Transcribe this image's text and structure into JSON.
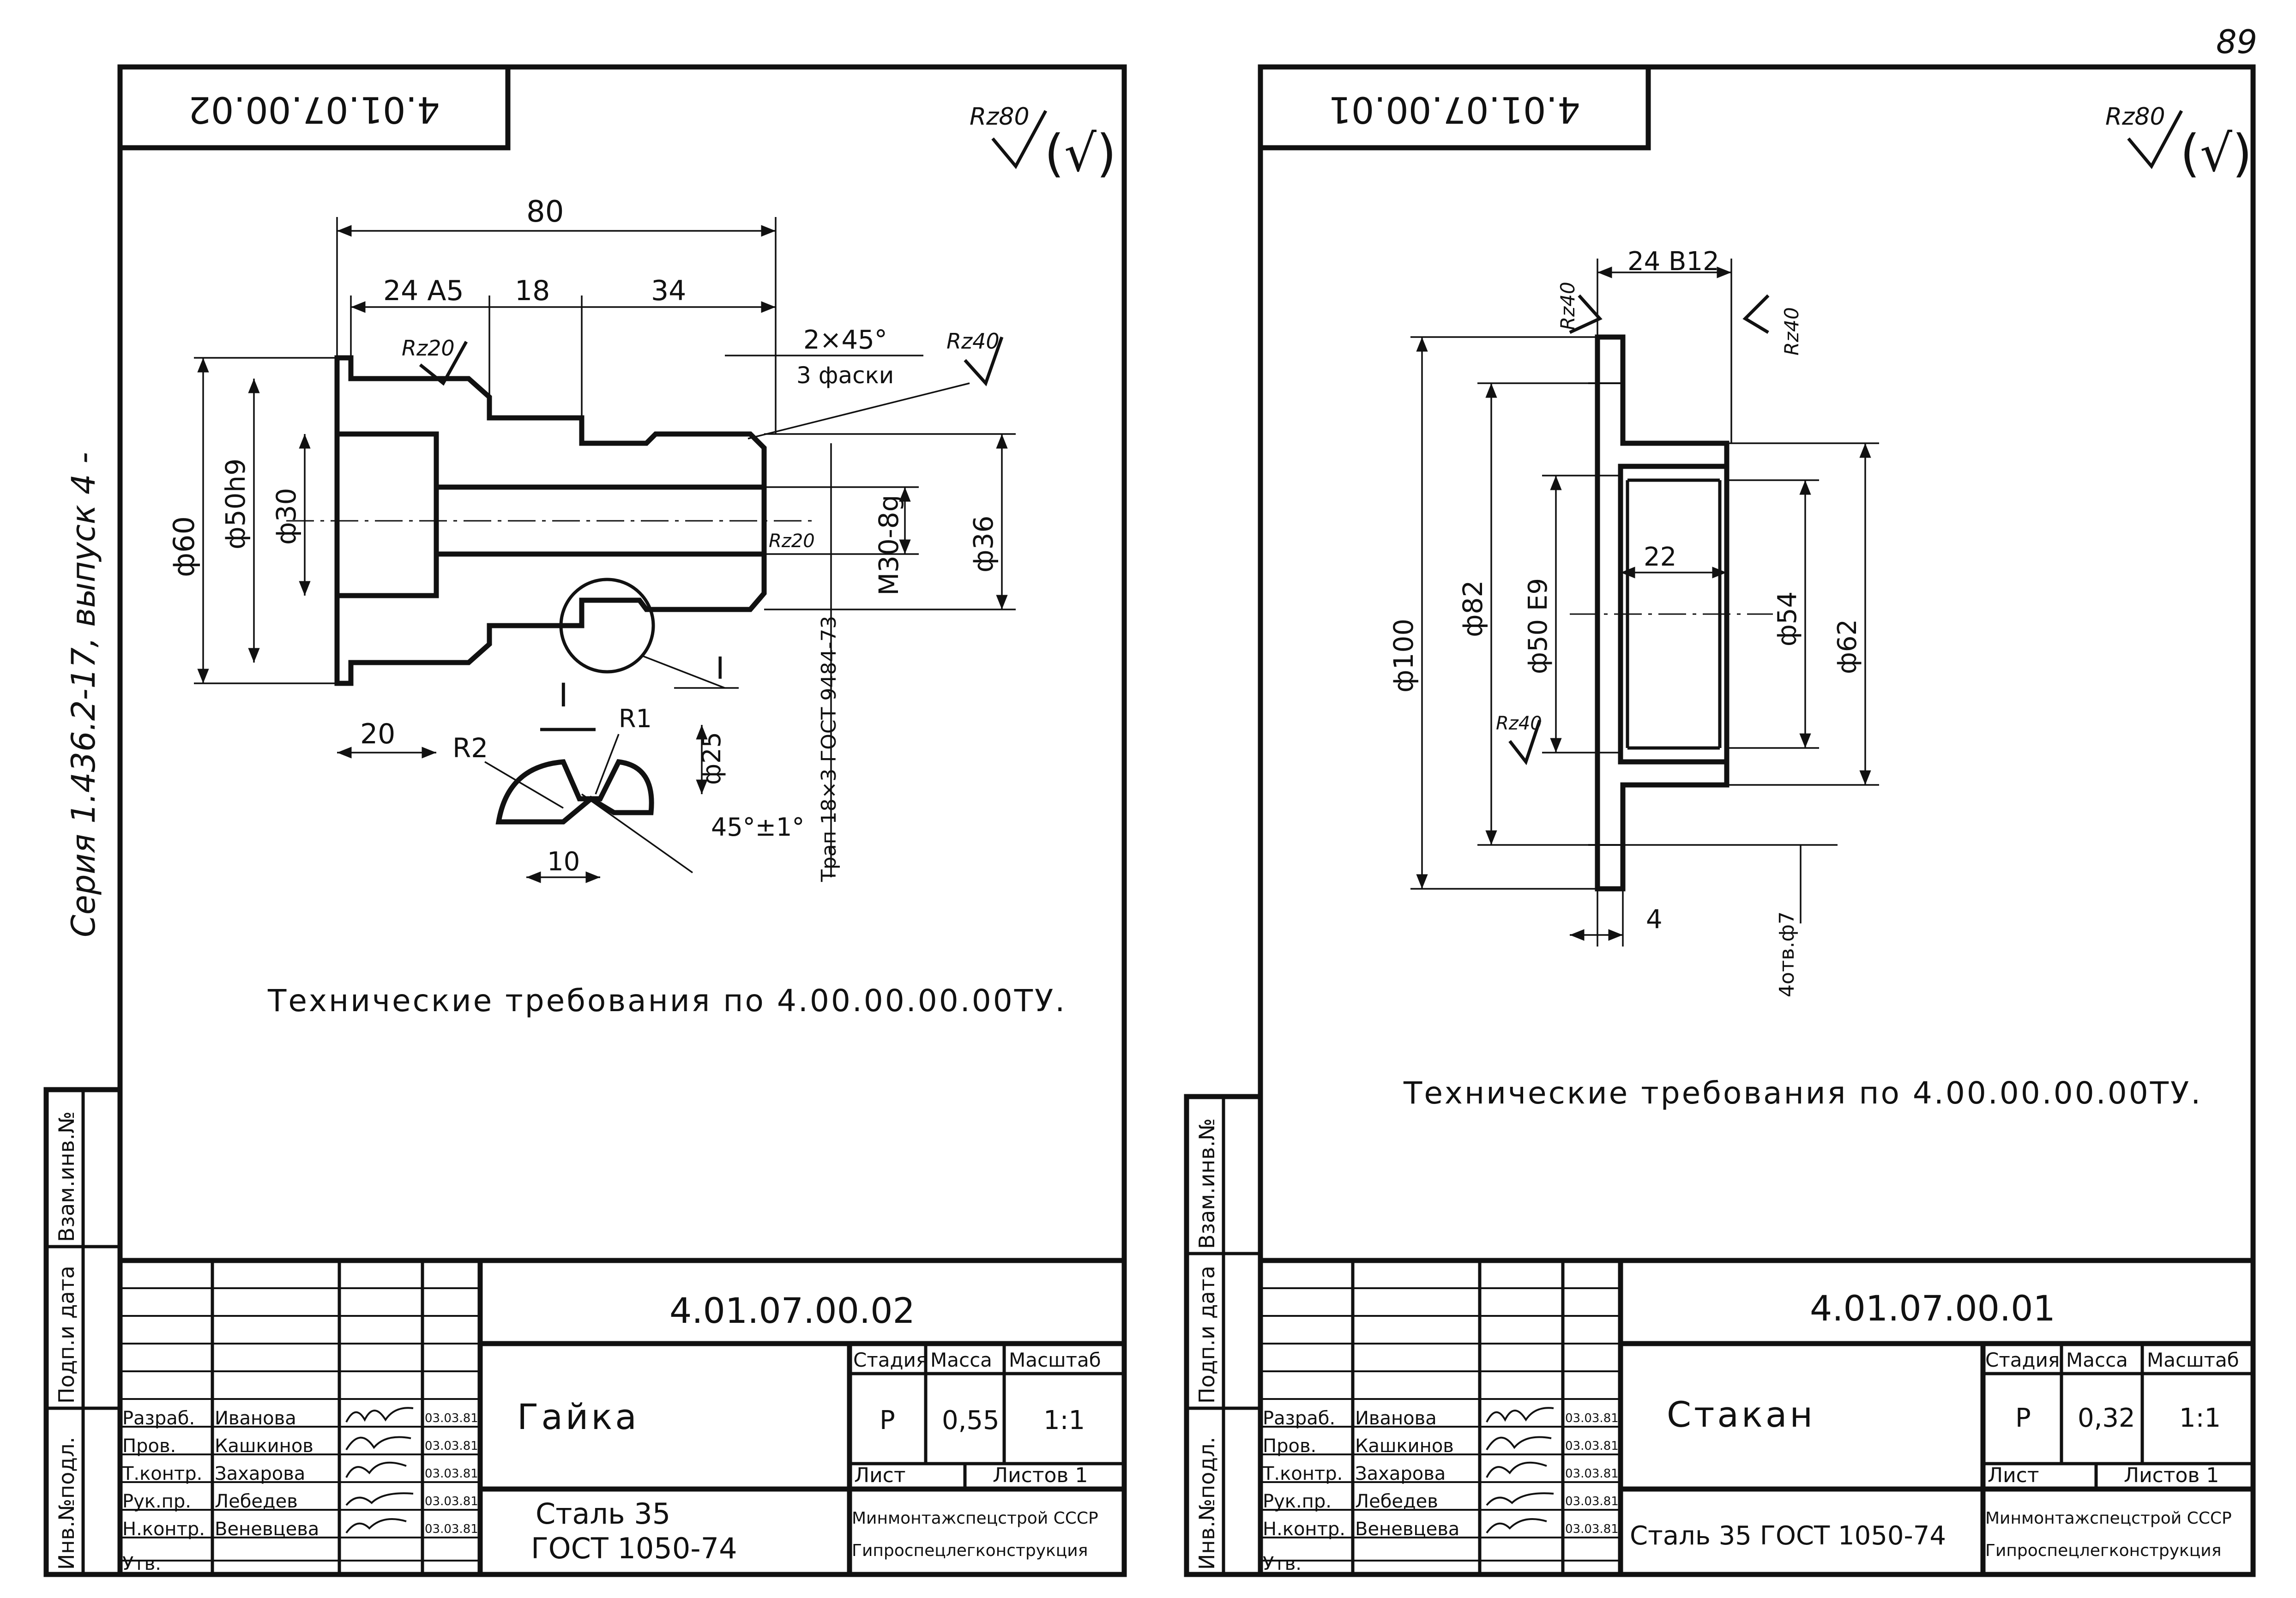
{
  "page_number": "89",
  "side_caption": "Серия 1.436.2-17, выпуск 4 -",
  "roughness_general": {
    "label": "Rz80",
    "paren": "(√)"
  },
  "left_sheet": {
    "code_mirrored": "4.01.07.00.02",
    "dims": {
      "overall": "80",
      "d1": "24 A5",
      "d2": "18",
      "d3": "34",
      "d4": "20",
      "chamfer": "2×45°",
      "chamfer_note": "3 фаски",
      "rz20a": "Rz20",
      "rz40": "Rz40",
      "rz20b": "Rz20",
      "phi60": "ф60",
      "phi50": "ф50h9",
      "phi30": "ф30",
      "thread": "М30-8g",
      "phi36": "ф36",
      "trap": "Трап 18×3 ГОСТ 9484-73",
      "view_label": "I",
      "view_ref": "I",
      "detail_ref": "I",
      "r2": "R2",
      "r1": "R1",
      "phi25": "ф25",
      "angle": "45°±1°",
      "ten": "10"
    },
    "tech_req": "Технические требования по 4.00.00.00.00ТУ.",
    "title_block": {
      "code": "4.01.07.00.02",
      "name": "Гайка",
      "material_line1": "Сталь 35",
      "material_line2": "ГОСТ 1050-74",
      "col_headers": [
        "Стадия",
        "Масса",
        "Масштаб"
      ],
      "values": [
        "Р",
        "0,55",
        "1:1"
      ],
      "sheet_label": "Лист",
      "sheets_label": "Листов 1",
      "org_line1": "Минмонтажспецстрой СССР",
      "org_line2": "Гипроспецлегконструкция",
      "roles": [
        "Разраб.",
        "Пров.",
        "Т.контр.",
        "Рук.пр.",
        "Н.контр.",
        "Утв."
      ],
      "names": [
        "Иванова",
        "Кашкинов",
        "Захарова",
        "Лебедев",
        "Веневцева",
        ""
      ],
      "dates": [
        "03.03.81",
        "03.03.81",
        "03.03.81",
        "03.03.81",
        "03.03.81",
        ""
      ]
    },
    "side_stamp": [
      "Инв.№подл.",
      "Подп.и дата",
      "Взам.инв.№"
    ]
  },
  "right_sheet": {
    "code_mirrored": "4.01.07.00.01",
    "dims": {
      "width": "24 B12",
      "rz40a": "Rz40",
      "rz40b": "Rz40",
      "rz40c": "Rz40",
      "phi100": "ф100",
      "phi82": "ф82",
      "phi50": "ф50 E9",
      "inner": "22",
      "phi54": "ф54",
      "phi62": "ф62",
      "four": "4",
      "holes": "4отв.ф7"
    },
    "tech_req": "Технические требования по 4.00.00.00.00ТУ.",
    "title_block": {
      "code": "4.01.07.00.01",
      "name": "Стакан",
      "material": "Сталь 35 ГОСТ 1050-74",
      "col_headers": [
        "Стадия",
        "Масса",
        "Масштаб"
      ],
      "values": [
        "Р",
        "0,32",
        "1:1"
      ],
      "sheet_label": "Лист",
      "sheets_label": "Листов 1",
      "org_line1": "Минмонтажспецстрой СССР",
      "org_line2": "Гипроспецлегконструкция",
      "roles": [
        "Разраб.",
        "Пров.",
        "Т.контр.",
        "Рук.пр.",
        "Н.контр.",
        "Утв."
      ],
      "names": [
        "Иванова",
        "Кашкинов",
        "Захарова",
        "Лебедев",
        "Веневцева",
        ""
      ],
      "dates": [
        "03.03.81",
        "03.03.81",
        "03.03.81",
        "03.03.81",
        "03.03.81",
        ""
      ]
    },
    "side_stamp": [
      "Инв.№подл.",
      "Подп.и дата",
      "Взам.инв.№"
    ]
  }
}
